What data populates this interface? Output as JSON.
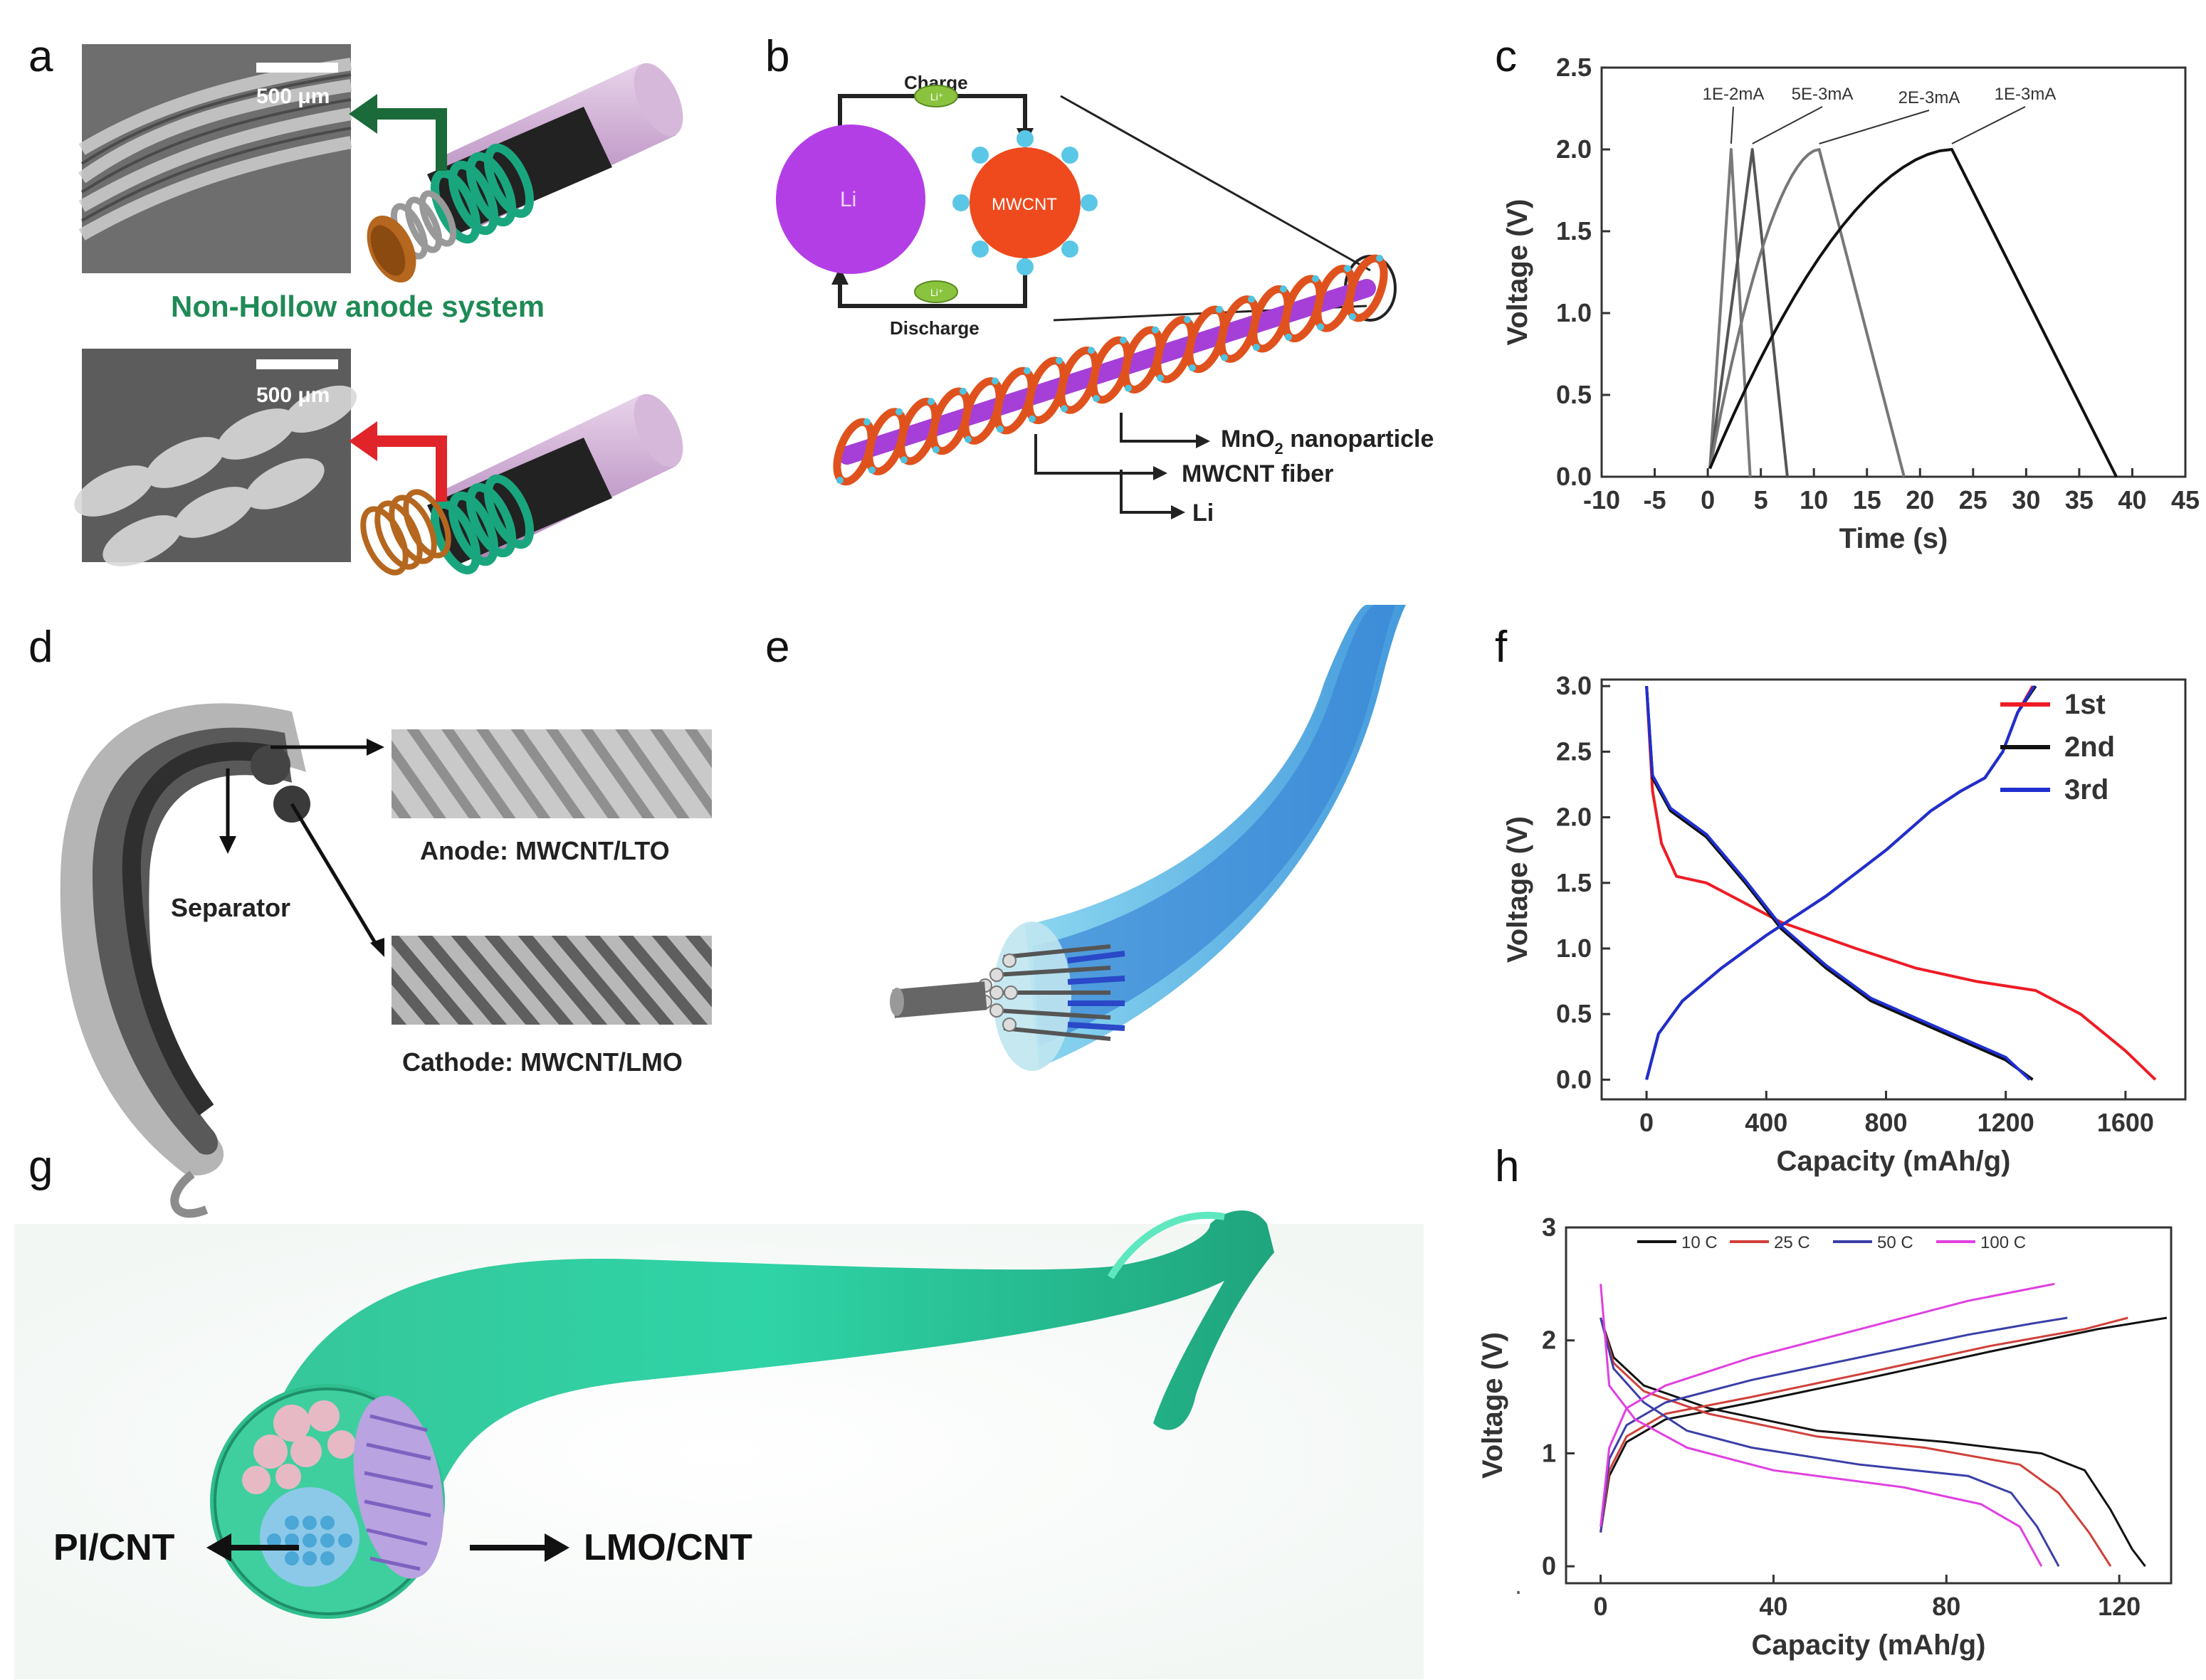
{
  "panels": {
    "a": {
      "label": "a",
      "scale1": "500 μm",
      "scale2": "500 μm",
      "caption": "Non-Hollow anode system"
    },
    "b": {
      "label": "b",
      "charge": "Charge",
      "discharge": "Discharge",
      "li_sphere": "Li",
      "mwcnt_sphere": "MWCNT",
      "li_ion": "Li⁺",
      "mno2_prefix": "MnO",
      "mno2_sub": "2",
      "mno2_suffix": " nanoparticle",
      "fiber_label": "MWCNT fiber",
      "li_label": "Li"
    },
    "c": {
      "label": "c"
    },
    "d": {
      "label": "d",
      "separator": "Separator",
      "anode": "Anode: MWCNT/LTO",
      "cathode": "Cathode: MWCNT/LMO"
    },
    "e": {
      "label": "e"
    },
    "f": {
      "label": "f"
    },
    "g": {
      "label": "g",
      "left_label": "PI/CNT",
      "right_label": "LMO/CNT"
    },
    "h": {
      "label": "h",
      "stray_mark": "."
    }
  },
  "chart_data": [
    {
      "panel": "c",
      "type": "line",
      "xlabel": "Time (s)",
      "ylabel": "Voltage (V)",
      "xlim": [
        -10,
        45
      ],
      "ylim": [
        0,
        2.5
      ],
      "xticks": [
        "-10",
        "-5",
        "0",
        "5",
        "10",
        "15",
        "20",
        "25",
        "30",
        "35",
        "40",
        "45"
      ],
      "yticks": [
        "0.0",
        "0.5",
        "1.0",
        "1.5",
        "2.0",
        "2.5"
      ],
      "annotations": [
        "1E-2mA",
        "5E-3mA",
        "2E-3mA",
        "1E-3mA"
      ],
      "series": [
        {
          "name": "1E-2mA",
          "color": "#7a7a7a",
          "peak": [
            2.2,
            2.0
          ],
          "start": [
            0.2,
            0.05
          ],
          "end": [
            4.0,
            0.0
          ],
          "shape": "linear"
        },
        {
          "name": "5E-3mA",
          "color": "#555555",
          "peak": [
            4.2,
            2.0
          ],
          "start": [
            0.2,
            0.05
          ],
          "end": [
            7.5,
            0.0
          ],
          "shape": "linear"
        },
        {
          "name": "2E-3mA",
          "color": "#777777",
          "peak": [
            10.5,
            2.0
          ],
          "start": [
            0.2,
            0.05
          ],
          "end": [
            18.5,
            0.0
          ],
          "shape": "curved"
        },
        {
          "name": "1E-3mA",
          "color": "#111111",
          "peak": [
            23.0,
            2.0
          ],
          "start": [
            0.2,
            0.05
          ],
          "end": [
            38.5,
            0.0
          ],
          "shape": "curved"
        }
      ]
    },
    {
      "panel": "f",
      "type": "line",
      "xlabel": "Capacity (mAh/g)",
      "ylabel": "Voltage (V)",
      "xlim": [
        -150,
        1800
      ],
      "ylim": [
        -0.15,
        3.05
      ],
      "xticks": [
        0,
        400,
        800,
        1200,
        1600
      ],
      "yticks": [
        "0.0",
        "0.5",
        "1.0",
        "1.5",
        "2.0",
        "2.5",
        "3.0"
      ],
      "legend": [
        "1st",
        "2nd",
        "3rd"
      ],
      "series": [
        {
          "name": "1st",
          "color": "#ee1c25",
          "discharge": [
            [
              0,
              3.0
            ],
            [
              20,
              2.2
            ],
            [
              50,
              1.8
            ],
            [
              100,
              1.55
            ],
            [
              200,
              1.5
            ],
            [
              300,
              1.38
            ],
            [
              450,
              1.2
            ],
            [
              700,
              1.0
            ],
            [
              900,
              0.85
            ],
            [
              1100,
              0.75
            ],
            [
              1300,
              0.68
            ],
            [
              1450,
              0.5
            ],
            [
              1600,
              0.22
            ],
            [
              1700,
              0.0
            ]
          ],
          "charge": [
            [
              0,
              0.0
            ],
            [
              40,
              0.35
            ],
            [
              120,
              0.6
            ],
            [
              250,
              0.85
            ],
            [
              400,
              1.1
            ],
            [
              600,
              1.4
            ],
            [
              800,
              1.75
            ],
            [
              950,
              2.05
            ],
            [
              1050,
              2.2
            ],
            [
              1130,
              2.3
            ],
            [
              1190,
              2.5
            ],
            [
              1240,
              2.8
            ],
            [
              1290,
              3.0
            ]
          ]
        },
        {
          "name": "2nd",
          "color": "#111111",
          "discharge": [
            [
              0,
              3.0
            ],
            [
              20,
              2.3
            ],
            [
              80,
              2.05
            ],
            [
              200,
              1.85
            ],
            [
              330,
              1.5
            ],
            [
              450,
              1.15
            ],
            [
              600,
              0.85
            ],
            [
              750,
              0.6
            ],
            [
              900,
              0.45
            ],
            [
              1050,
              0.3
            ],
            [
              1200,
              0.15
            ],
            [
              1290,
              0.0
            ]
          ],
          "charge": [
            [
              0,
              0.0
            ],
            [
              40,
              0.35
            ],
            [
              120,
              0.6
            ],
            [
              250,
              0.85
            ],
            [
              400,
              1.1
            ],
            [
              600,
              1.4
            ],
            [
              800,
              1.75
            ],
            [
              950,
              2.05
            ],
            [
              1050,
              2.2
            ],
            [
              1130,
              2.3
            ],
            [
              1190,
              2.5
            ],
            [
              1240,
              2.8
            ],
            [
              1300,
              3.0
            ]
          ]
        },
        {
          "name": "3rd",
          "color": "#1f2fd0",
          "discharge": [
            [
              0,
              3.0
            ],
            [
              20,
              2.32
            ],
            [
              80,
              2.07
            ],
            [
              200,
              1.87
            ],
            [
              330,
              1.52
            ],
            [
              450,
              1.17
            ],
            [
              600,
              0.87
            ],
            [
              750,
              0.62
            ],
            [
              900,
              0.47
            ],
            [
              1050,
              0.32
            ],
            [
              1200,
              0.17
            ],
            [
              1280,
              0.0
            ]
          ],
          "charge": [
            [
              0,
              0.0
            ],
            [
              40,
              0.35
            ],
            [
              120,
              0.6
            ],
            [
              250,
              0.85
            ],
            [
              400,
              1.1
            ],
            [
              600,
              1.4
            ],
            [
              800,
              1.75
            ],
            [
              950,
              2.05
            ],
            [
              1050,
              2.2
            ],
            [
              1130,
              2.3
            ],
            [
              1190,
              2.5
            ],
            [
              1240,
              2.8
            ],
            [
              1295,
              3.0
            ]
          ]
        }
      ]
    },
    {
      "panel": "h",
      "type": "line",
      "xlabel": "Capacity (mAh/g)",
      "ylabel": "Voltage (V)",
      "xlim": [
        -8,
        132
      ],
      "ylim": [
        -0.15,
        3.0
      ],
      "xticks": [
        0,
        40,
        80,
        120
      ],
      "yticks": [
        0,
        1,
        2,
        3
      ],
      "legend": [
        "10 C",
        "25 C",
        "50 C",
        "100 C"
      ],
      "series": [
        {
          "name": "10 C",
          "color": "#111111",
          "discharge": [
            [
              0,
              2.2
            ],
            [
              3,
              1.85
            ],
            [
              10,
              1.6
            ],
            [
              25,
              1.4
            ],
            [
              50,
              1.2
            ],
            [
              80,
              1.1
            ],
            [
              102,
              1.0
            ],
            [
              112,
              0.85
            ],
            [
              118,
              0.5
            ],
            [
              123,
              0.15
            ],
            [
              126,
              0.0
            ]
          ],
          "charge": [
            [
              0,
              0.3
            ],
            [
              2,
              0.8
            ],
            [
              6,
              1.1
            ],
            [
              15,
              1.3
            ],
            [
              35,
              1.45
            ],
            [
              60,
              1.65
            ],
            [
              90,
              1.9
            ],
            [
              115,
              2.1
            ],
            [
              131,
              2.2
            ]
          ]
        },
        {
          "name": "25 C",
          "color": "#d0403a",
          "discharge": [
            [
              0,
              2.2
            ],
            [
              3,
              1.8
            ],
            [
              10,
              1.55
            ],
            [
              25,
              1.35
            ],
            [
              50,
              1.15
            ],
            [
              75,
              1.05
            ],
            [
              97,
              0.9
            ],
            [
              106,
              0.65
            ],
            [
              113,
              0.3
            ],
            [
              118,
              0.0
            ]
          ],
          "charge": [
            [
              0,
              0.3
            ],
            [
              2,
              0.85
            ],
            [
              6,
              1.15
            ],
            [
              15,
              1.35
            ],
            [
              35,
              1.5
            ],
            [
              60,
              1.7
            ],
            [
              90,
              1.95
            ],
            [
              112,
              2.1
            ],
            [
              122,
              2.2
            ]
          ]
        },
        {
          "name": "50 C",
          "color": "#3b3fa8",
          "discharge": [
            [
              0,
              2.2
            ],
            [
              3,
              1.75
            ],
            [
              10,
              1.45
            ],
            [
              20,
              1.2
            ],
            [
              35,
              1.05
            ],
            [
              60,
              0.9
            ],
            [
              85,
              0.8
            ],
            [
              95,
              0.65
            ],
            [
              101,
              0.35
            ],
            [
              106,
              0.0
            ]
          ],
          "charge": [
            [
              0,
              0.3
            ],
            [
              2,
              0.95
            ],
            [
              6,
              1.25
            ],
            [
              15,
              1.45
            ],
            [
              35,
              1.65
            ],
            [
              60,
              1.85
            ],
            [
              85,
              2.05
            ],
            [
              100,
              2.15
            ],
            [
              108,
              2.2
            ]
          ]
        },
        {
          "name": "100 C",
          "color": "#e040e0",
          "discharge": [
            [
              0,
              2.5
            ],
            [
              2,
              1.6
            ],
            [
              8,
              1.3
            ],
            [
              20,
              1.05
            ],
            [
              40,
              0.85
            ],
            [
              70,
              0.7
            ],
            [
              88,
              0.55
            ],
            [
              97,
              0.35
            ],
            [
              102,
              0.0
            ]
          ],
          "charge": [
            [
              0,
              0.35
            ],
            [
              2,
              1.05
            ],
            [
              6,
              1.4
            ],
            [
              15,
              1.6
            ],
            [
              35,
              1.85
            ],
            [
              60,
              2.1
            ],
            [
              85,
              2.35
            ],
            [
              105,
              2.5
            ]
          ]
        }
      ]
    }
  ]
}
